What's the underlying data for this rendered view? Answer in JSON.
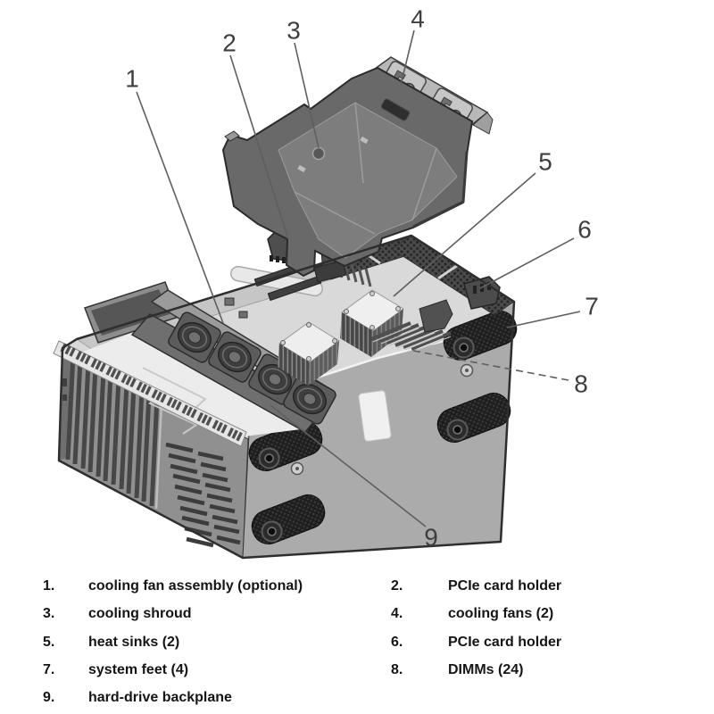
{
  "colors": {
    "bg": "#ffffff",
    "outline": "#2e2e2e",
    "leader": "#5f5f5f",
    "digit": "#3f3f3f",
    "legend-text": "#151515",
    "panel": "#ababab",
    "floor": "#d9d9d9",
    "shroud": "#696969"
  },
  "callouts": [
    "1",
    "2",
    "3",
    "4",
    "5",
    "6",
    "7",
    "8",
    "9"
  ],
  "legend": {
    "items": [
      {
        "num": "1.",
        "label": "cooling fan assembly (optional)"
      },
      {
        "num": "2.",
        "label": "PCIe card holder"
      },
      {
        "num": "3.",
        "label": "cooling shroud"
      },
      {
        "num": "4.",
        "label": "cooling fans (2)"
      },
      {
        "num": "5.",
        "label": "heat sinks (2)"
      },
      {
        "num": "6.",
        "label": "PCIe card holder"
      },
      {
        "num": "7.",
        "label": "system feet (4)"
      },
      {
        "num": "8.",
        "label": "DIMMs (24)"
      },
      {
        "num": "9.",
        "label": "hard-drive backplane"
      }
    ]
  }
}
